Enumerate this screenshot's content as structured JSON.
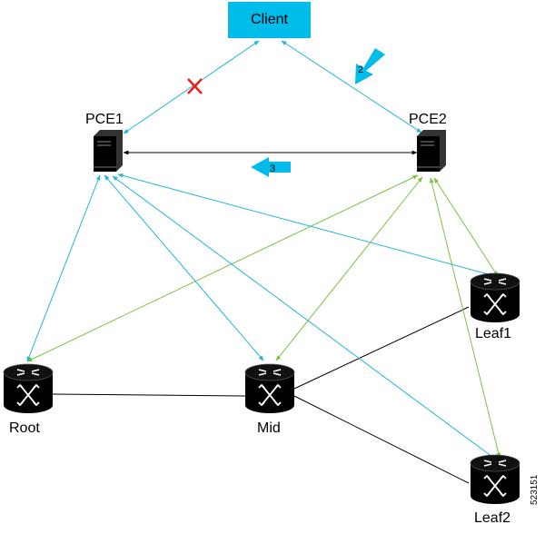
{
  "nodes": {
    "client": "Client",
    "pce1": "PCE1",
    "pce2": "PCE2",
    "root": "Root",
    "mid": "Mid",
    "leaf1": "Leaf1",
    "leaf2": "Leaf2"
  },
  "steps": {
    "step2": "2",
    "step3": "3"
  },
  "figure_id": "523151",
  "colors": {
    "client_fill": "#00bceb",
    "blue_link": "#22b5d9",
    "green_link": "#7cc142",
    "black_link": "#000000",
    "failure_mark": "#e2231a",
    "step_arrow": "#00bceb"
  }
}
